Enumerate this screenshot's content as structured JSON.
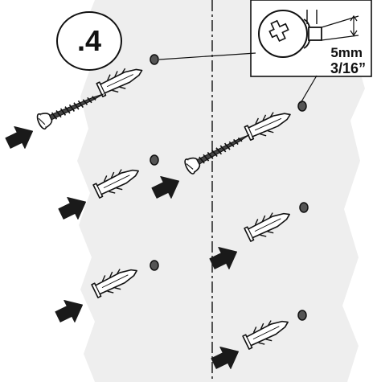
{
  "step": {
    "label": ".4"
  },
  "detail": {
    "size_metric": "5mm",
    "size_imperial": "3/16”"
  },
  "colors": {
    "wall": "#eeeeee",
    "ink": "#111111",
    "hole": "#555555",
    "anchor": "#ffffff",
    "arrow": "#1a1a1a"
  },
  "icons": [
    "screw-icon",
    "wall-anchor-icon",
    "push-arrow-icon",
    "drill-hole-icon",
    "screw-head-detail-icon"
  ]
}
